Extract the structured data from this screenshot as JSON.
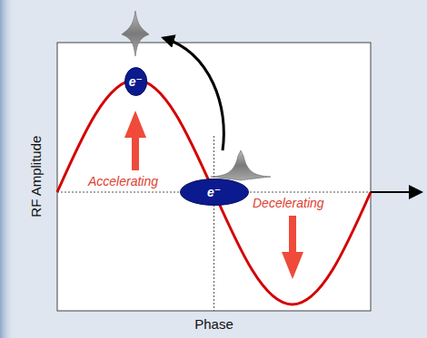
{
  "diagram": {
    "nodes": [
      {
        "text": [
          "e⁻"
        ]
      },
      {
        "text": [
          "e⁻"
        ]
      }
    ],
    "labels": [
      "Accelerating",
      "Decelerating",
      "RF Amplitude",
      "Phase"
    ]
  }
}
